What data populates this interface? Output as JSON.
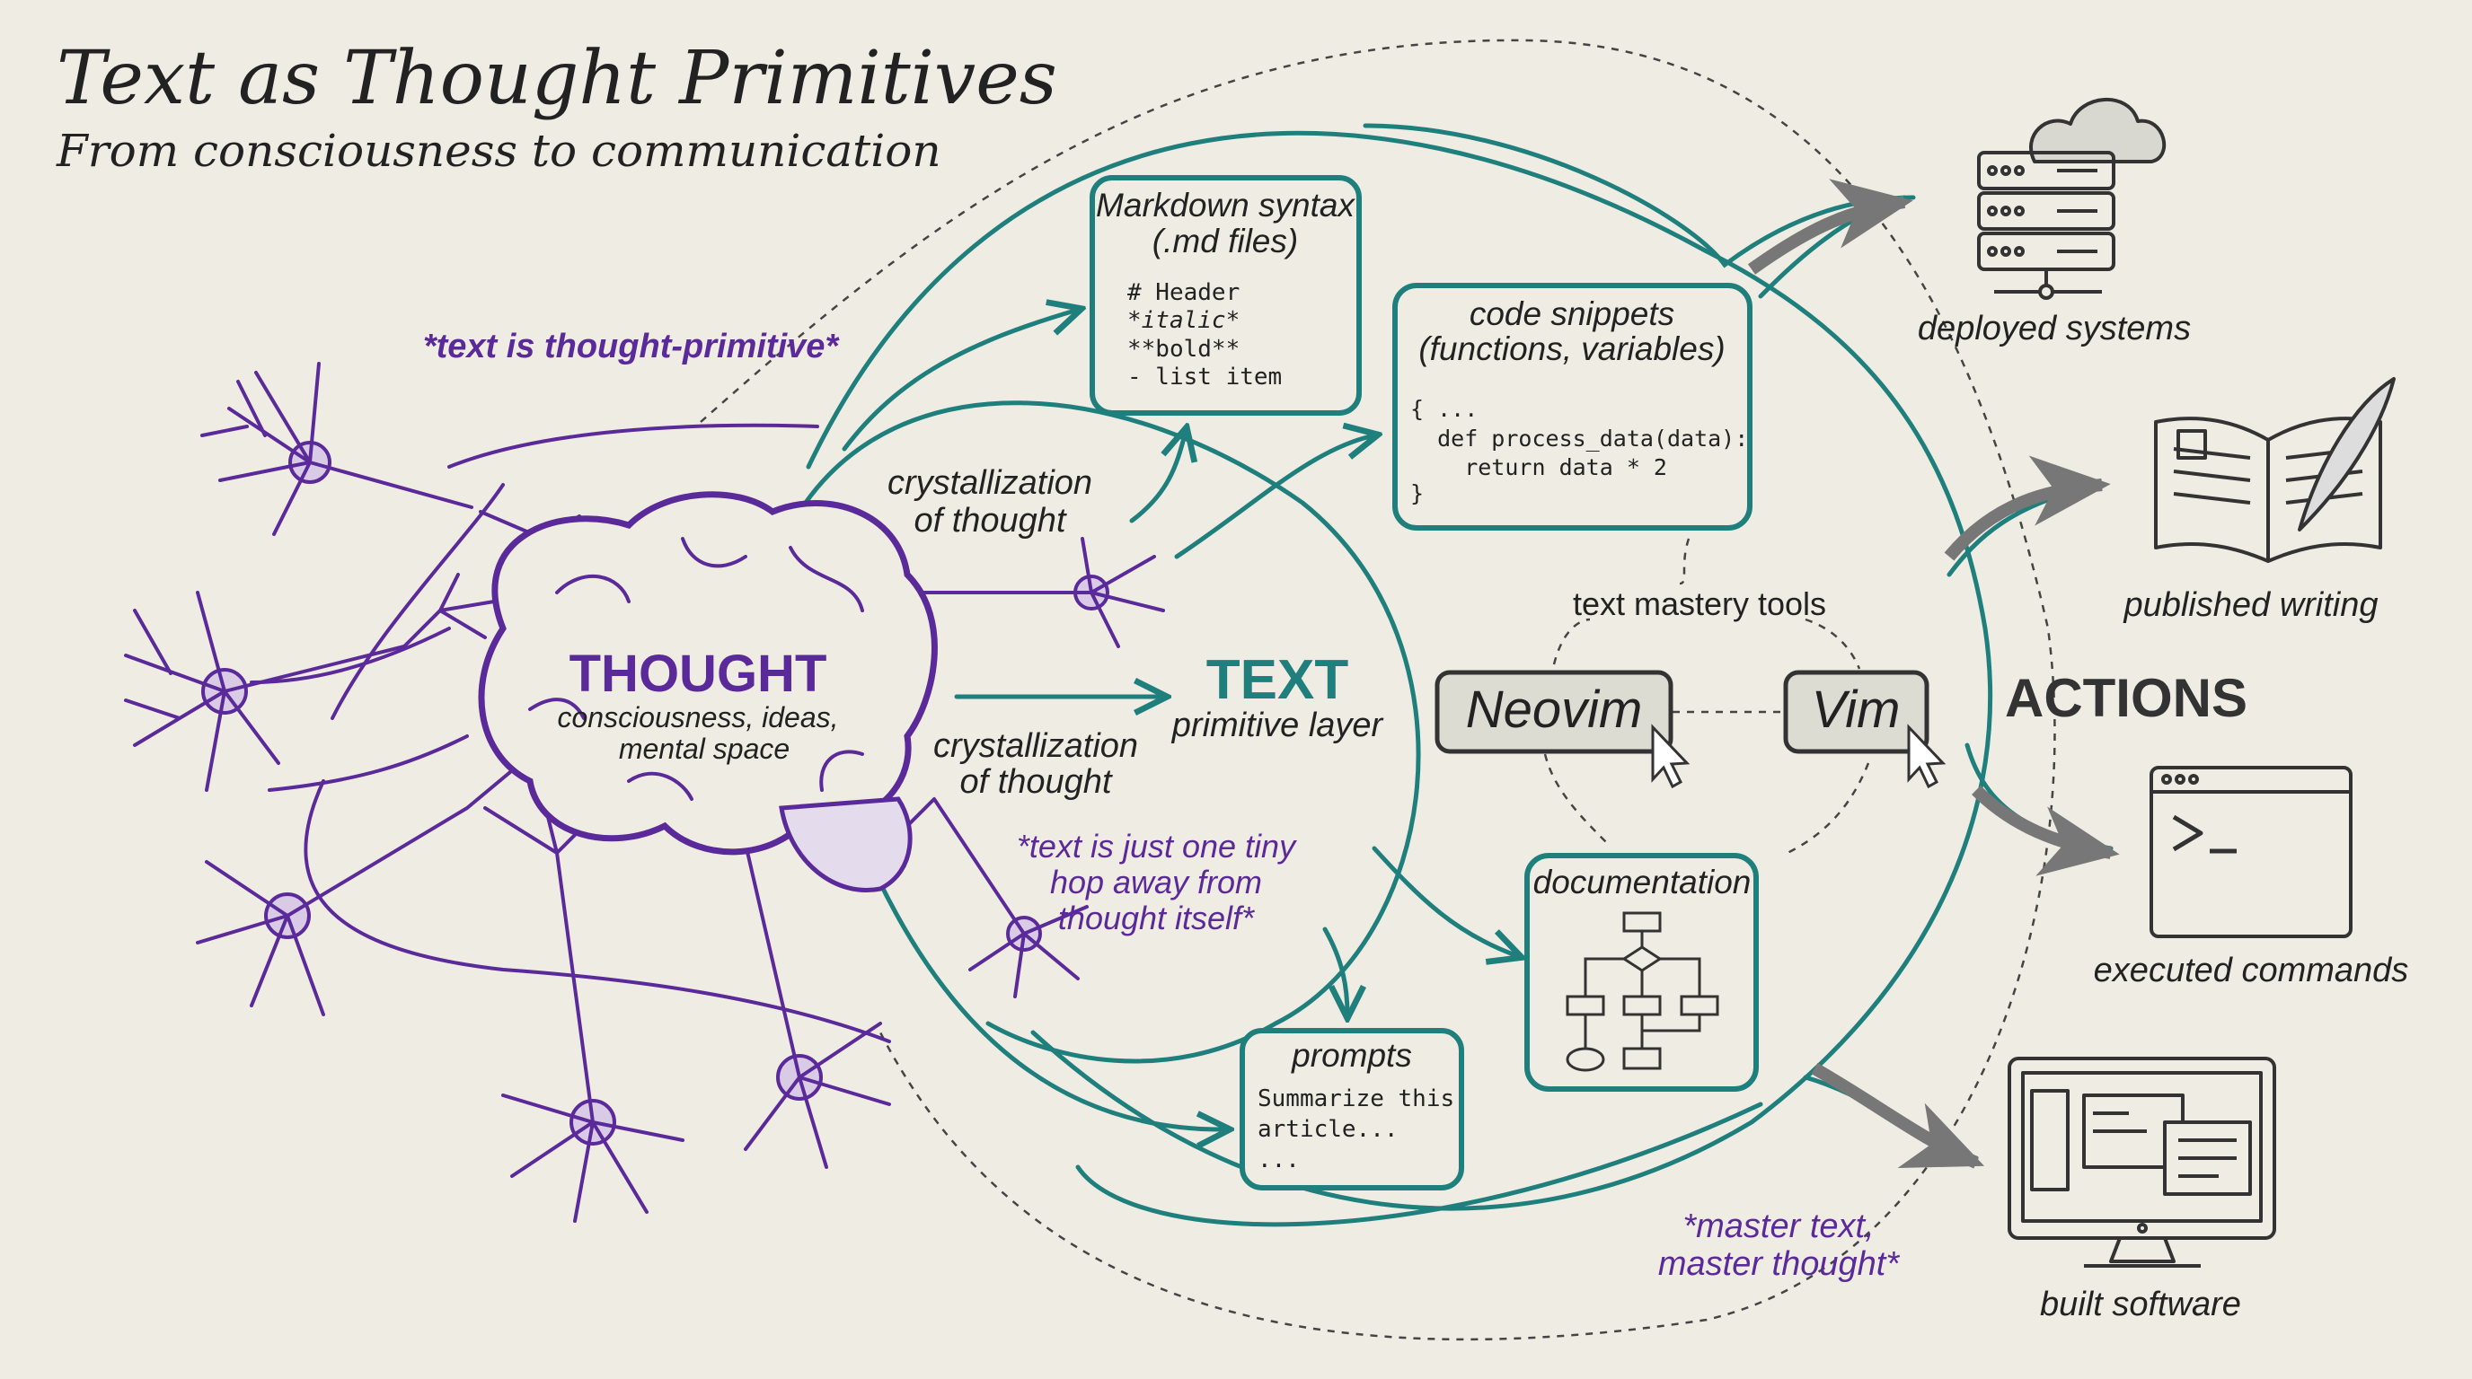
{
  "header": {
    "title": "Text as Thought Primitives",
    "subtitle": "From consciousness to communication"
  },
  "notes": {
    "primitive": "*text is thought-primitive*",
    "hop": [
      "*text is just one tiny",
      "hop away from",
      "thought itself*"
    ],
    "master": [
      "*master text,",
      "master thought*"
    ]
  },
  "thought": {
    "title": "THOUGHT",
    "lines": [
      "consciousness, ideas,",
      "mental space"
    ]
  },
  "crystallization": {
    "top": [
      "crystallization",
      "of thought"
    ],
    "bottom": [
      "crystallization",
      "of thought"
    ]
  },
  "text_layer": {
    "title": "TEXT",
    "subtitle": "primitive layer"
  },
  "boxes": {
    "markdown": {
      "title": [
        "Markdown syntax",
        "(.md files)"
      ],
      "lines": [
        "# Header",
        "*italic*",
        "**bold**",
        "- list item"
      ]
    },
    "code": {
      "title": [
        "code snippets",
        "(functions, variables)"
      ],
      "lines": [
        "{ ...",
        "  def process_data(data):",
        "    return data * 2",
        "}"
      ]
    },
    "documentation": {
      "title": "documentation"
    },
    "prompts": {
      "title": "prompts",
      "lines": [
        "Summarize this",
        "article...",
        "..."
      ]
    }
  },
  "tools": {
    "label": "text mastery tools",
    "items": [
      "Neovim",
      "Vim"
    ]
  },
  "actions": {
    "title": "ACTIONS",
    "items": [
      "deployed systems",
      "published writing",
      "executed commands",
      "built software"
    ]
  },
  "colors": {
    "teal": "#1f7f7c",
    "purple": "#5b2a9a",
    "background": "#efece3"
  }
}
